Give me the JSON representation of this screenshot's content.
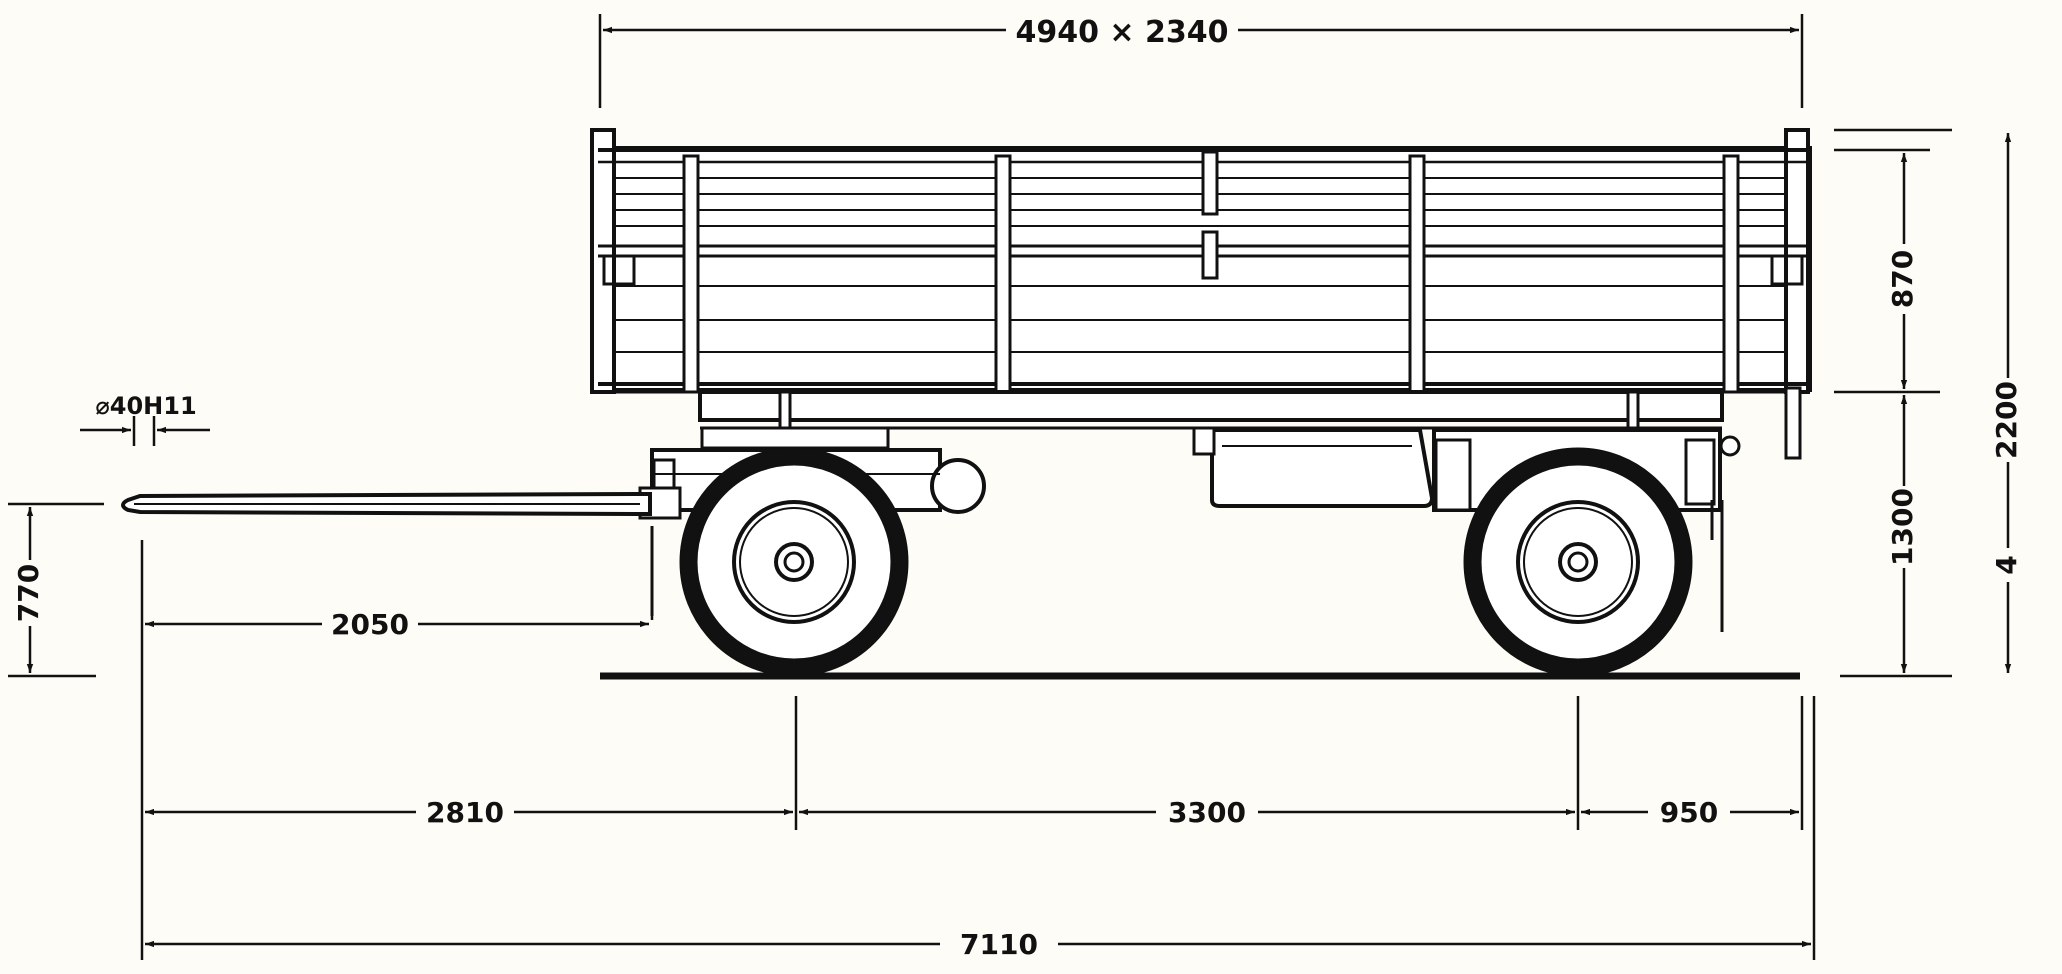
{
  "dimensions": {
    "deck_size": "4940 × 2340",
    "side_height": "870",
    "platform_height": "1300",
    "overall_height": "2200",
    "tire_label": "4",
    "hitch_diameter": "⌀40H11",
    "hitch_height": "770",
    "drawbar_length": "2050",
    "front_overhang": "2810",
    "wheelbase": "3300",
    "rear_overhang": "950",
    "overall_length": "7110"
  },
  "colors": {
    "ink": "#111111",
    "paper": "#fdfcf6",
    "wheel_fill": "#ffffff"
  }
}
